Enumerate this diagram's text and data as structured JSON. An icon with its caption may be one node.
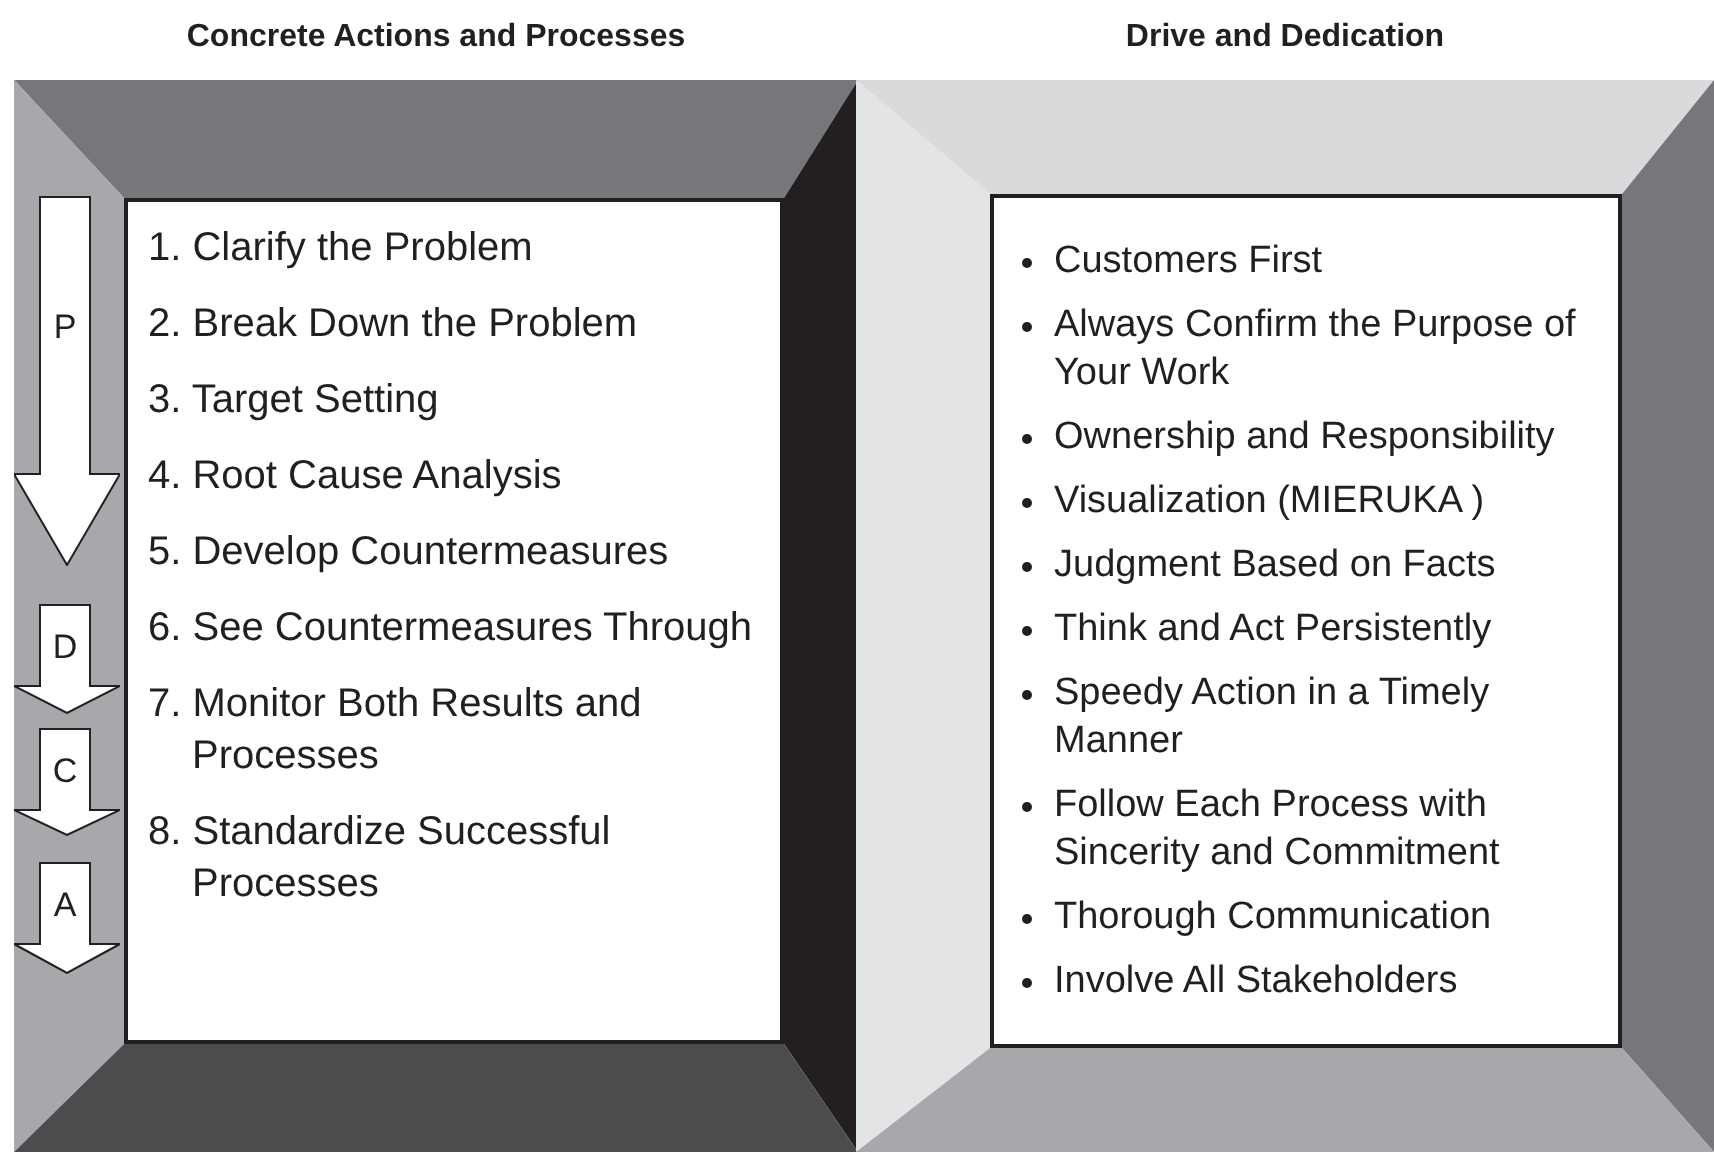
{
  "diagram": {
    "nodes": [
      {
        "text": [
          "Concrete Actions and Processes"
        ]
      },
      {
        "text": [
          "P"
        ],
        "in": 0
      },
      {
        "text": [
          "D"
        ],
        "in": 0
      },
      {
        "text": [
          "C"
        ],
        "in": 0
      },
      {
        "text": [
          "A"
        ],
        "in": 0
      },
      {
        "text": [
          "1. Clarify the Problem",
          "2. Break Down the Problem",
          "3. Target Setting",
          "4. Root Cause Analysis",
          "5. Develop Countermeasures",
          "6. See Countermeasures Through",
          "7. Monitor Both Results and Processes",
          "8. Standardize Successful Processes"
        ],
        "in": 0
      },
      {
        "text": [
          "Drive and Dedication"
        ]
      },
      {
        "text": [
          "Customers First",
          "Always Confirm the Purpose of Your Work",
          "Ownership and Responsibility",
          "Visualization (MIERUKA )",
          "Judgment Based on Facts",
          "Think and Act Persistently",
          "Speedy Action in a Timely Manner",
          "Follow Each Process with Sincerity and Commitment",
          "Thorough Communication",
          "Involve All Stakeholders"
        ],
        "in": 6
      }
    ],
    "edges": []
  }
}
